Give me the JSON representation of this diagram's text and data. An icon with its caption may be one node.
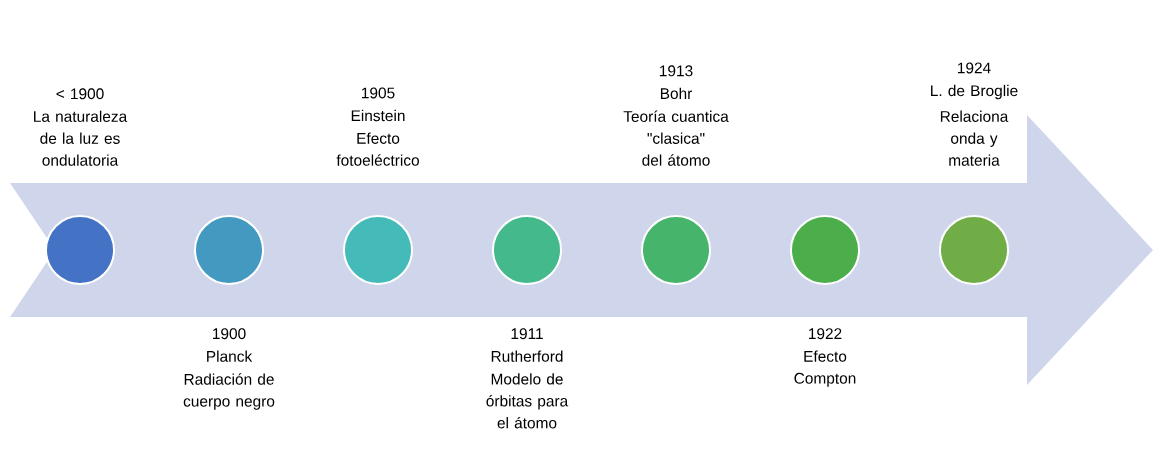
{
  "diagram": {
    "nodes": [
      {
        "text": [],
        "shape": "circle",
        "beside": [
          "< 1900",
          "La naturaleza de la luz es ondulatoria"
        ]
      },
      {
        "text": [],
        "shape": "circle",
        "beside": [
          "1900",
          "Planck",
          "Radiación de cuerpo negro"
        ]
      },
      {
        "text": [],
        "shape": "circle",
        "beside": [
          "1905",
          "Einstein",
          "Efecto fotoeléctrico"
        ]
      },
      {
        "text": [],
        "shape": "circle",
        "beside": [
          "1911",
          "Rutherford",
          "Modelo de órbitas para el átomo"
        ]
      },
      {
        "text": [],
        "shape": "circle",
        "beside": [
          "1913",
          "Bohr",
          "Teoría cuantica \"clasica\" del átomo"
        ]
      },
      {
        "text": [],
        "shape": "circle",
        "beside": [
          "1922",
          "Efecto Compton"
        ]
      },
      {
        "text": [],
        "shape": "circle",
        "beside": [
          "1924",
          "L. de Broglie",
          "Relaciona onda y materia"
        ]
      }
    ]
  }
}
